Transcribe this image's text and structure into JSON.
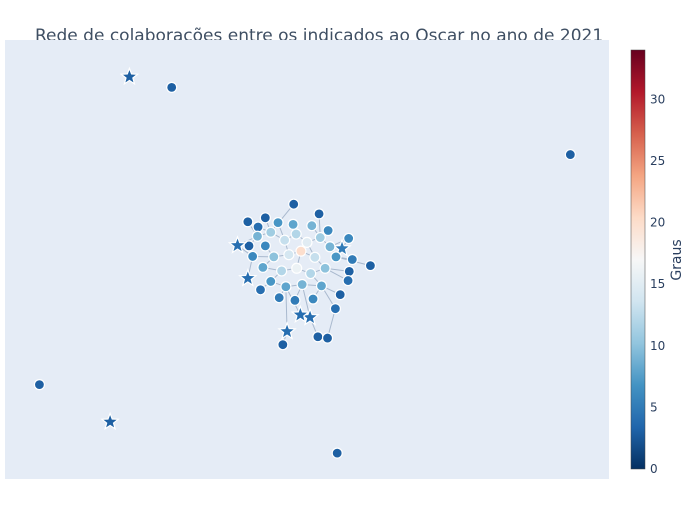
{
  "chart_data": {
    "type": "scatter",
    "title": "Rede de colaborações entre os indicados ao Oscar no ano de 2021",
    "xlabel": "",
    "ylabel": "",
    "xlim": [
      0,
      100
    ],
    "ylim": [
      0,
      100
    ],
    "grid": false,
    "axes_visible": false,
    "background_color": "#E5ECF6",
    "edge_color": "#A9B9CE",
    "marker_outline_color": "#FFFFFF",
    "marker_shapes": [
      "circle",
      "star"
    ],
    "colorbar": {
      "title": "Graus",
      "colorscale": "RdBu_reversed",
      "range": [
        0,
        34
      ],
      "ticks": [
        0,
        5,
        10,
        15,
        20,
        25,
        30
      ],
      "tick_labels": [
        "0",
        "5",
        "10",
        "15",
        "20",
        "25",
        "30"
      ],
      "stops": [
        [
          0.0,
          "#053061"
        ],
        [
          0.1,
          "#2166AC"
        ],
        [
          0.2,
          "#4393C3"
        ],
        [
          0.3,
          "#92C5DE"
        ],
        [
          0.4,
          "#D1E5F0"
        ],
        [
          0.5,
          "#F7F7F7"
        ],
        [
          0.6,
          "#FDDBC7"
        ],
        [
          0.7,
          "#F4A582"
        ],
        [
          0.8,
          "#D6604D"
        ],
        [
          0.9,
          "#B2182B"
        ],
        [
          1.0,
          "#67001F"
        ]
      ]
    },
    "nodes": [
      {
        "x": 20.6,
        "y": 91.6,
        "degree": 3,
        "shape": "star"
      },
      {
        "x": 27.6,
        "y": 89.2,
        "degree": 3,
        "shape": "circle"
      },
      {
        "x": 93.6,
        "y": 73.9,
        "degree": 3,
        "shape": "circle"
      },
      {
        "x": 5.7,
        "y": 21.5,
        "degree": 3,
        "shape": "circle"
      },
      {
        "x": 17.4,
        "y": 13.0,
        "degree": 3,
        "shape": "star"
      },
      {
        "x": 55.0,
        "y": 5.9,
        "degree": 3,
        "shape": "circle"
      },
      {
        "x": 47.8,
        "y": 62.6,
        "degree": 3,
        "shape": "circle"
      },
      {
        "x": 52.0,
        "y": 60.4,
        "degree": 3,
        "shape": "circle"
      },
      {
        "x": 40.2,
        "y": 58.6,
        "degree": 3,
        "shape": "circle"
      },
      {
        "x": 43.1,
        "y": 59.5,
        "degree": 3,
        "shape": "circle"
      },
      {
        "x": 38.5,
        "y": 53.2,
        "degree": 4,
        "shape": "star"
      },
      {
        "x": 40.4,
        "y": 53.1,
        "degree": 3,
        "shape": "circle"
      },
      {
        "x": 55.8,
        "y": 52.5,
        "degree": 5,
        "shape": "star"
      },
      {
        "x": 60.5,
        "y": 48.6,
        "degree": 3,
        "shape": "circle"
      },
      {
        "x": 40.2,
        "y": 45.7,
        "degree": 4,
        "shape": "star"
      },
      {
        "x": 57.0,
        "y": 47.3,
        "degree": 3,
        "shape": "circle"
      },
      {
        "x": 56.8,
        "y": 45.2,
        "degree": 4,
        "shape": "circle"
      },
      {
        "x": 55.5,
        "y": 42.0,
        "degree": 3,
        "shape": "circle"
      },
      {
        "x": 54.7,
        "y": 38.8,
        "degree": 4,
        "shape": "circle"
      },
      {
        "x": 50.5,
        "y": 36.8,
        "degree": 4,
        "shape": "star"
      },
      {
        "x": 48.9,
        "y": 37.4,
        "degree": 4,
        "shape": "star"
      },
      {
        "x": 46.7,
        "y": 33.6,
        "degree": 4,
        "shape": "star"
      },
      {
        "x": 46.0,
        "y": 30.6,
        "degree": 3,
        "shape": "circle"
      },
      {
        "x": 51.8,
        "y": 32.4,
        "degree": 3,
        "shape": "circle"
      },
      {
        "x": 53.4,
        "y": 32.1,
        "degree": 3,
        "shape": "circle"
      },
      {
        "x": 41.8,
        "y": 55.3,
        "degree": 9,
        "shape": "circle"
      },
      {
        "x": 44.0,
        "y": 56.2,
        "degree": 11,
        "shape": "circle"
      },
      {
        "x": 46.3,
        "y": 54.4,
        "degree": 13,
        "shape": "circle"
      },
      {
        "x": 48.2,
        "y": 55.8,
        "degree": 12,
        "shape": "circle"
      },
      {
        "x": 50.0,
        "y": 53.9,
        "degree": 15,
        "shape": "circle"
      },
      {
        "x": 52.2,
        "y": 55.0,
        "degree": 11,
        "shape": "circle"
      },
      {
        "x": 53.8,
        "y": 52.9,
        "degree": 9,
        "shape": "circle"
      },
      {
        "x": 49.0,
        "y": 51.9,
        "degree": 20,
        "shape": "circle"
      },
      {
        "x": 47.0,
        "y": 51.1,
        "degree": 14,
        "shape": "circle"
      },
      {
        "x": 51.3,
        "y": 50.5,
        "degree": 13,
        "shape": "circle"
      },
      {
        "x": 44.5,
        "y": 50.6,
        "degree": 10,
        "shape": "circle"
      },
      {
        "x": 42.7,
        "y": 48.2,
        "degree": 8,
        "shape": "circle"
      },
      {
        "x": 45.8,
        "y": 47.4,
        "degree": 12,
        "shape": "circle"
      },
      {
        "x": 48.3,
        "y": 48.0,
        "degree": 16,
        "shape": "circle"
      },
      {
        "x": 50.6,
        "y": 46.8,
        "degree": 12,
        "shape": "circle"
      },
      {
        "x": 53.0,
        "y": 48.0,
        "degree": 10,
        "shape": "circle"
      },
      {
        "x": 52.4,
        "y": 44.0,
        "degree": 8,
        "shape": "circle"
      },
      {
        "x": 49.2,
        "y": 44.3,
        "degree": 9,
        "shape": "circle"
      },
      {
        "x": 46.5,
        "y": 43.8,
        "degree": 8,
        "shape": "circle"
      },
      {
        "x": 44.0,
        "y": 45.0,
        "degree": 7,
        "shape": "circle"
      },
      {
        "x": 41.0,
        "y": 50.7,
        "degree": 6,
        "shape": "circle"
      },
      {
        "x": 54.8,
        "y": 50.6,
        "degree": 7,
        "shape": "circle"
      },
      {
        "x": 47.7,
        "y": 58.0,
        "degree": 8,
        "shape": "circle"
      },
      {
        "x": 50.8,
        "y": 57.7,
        "degree": 9,
        "shape": "circle"
      },
      {
        "x": 45.2,
        "y": 58.4,
        "degree": 7,
        "shape": "circle"
      },
      {
        "x": 43.1,
        "y": 53.1,
        "degree": 6,
        "shape": "circle"
      },
      {
        "x": 56.9,
        "y": 54.8,
        "degree": 6,
        "shape": "circle"
      },
      {
        "x": 57.5,
        "y": 50.0,
        "degree": 5,
        "shape": "circle"
      },
      {
        "x": 45.4,
        "y": 41.3,
        "degree": 5,
        "shape": "circle"
      },
      {
        "x": 51.0,
        "y": 41.0,
        "degree": 6,
        "shape": "circle"
      },
      {
        "x": 48.0,
        "y": 40.7,
        "degree": 5,
        "shape": "circle"
      },
      {
        "x": 42.3,
        "y": 43.1,
        "degree": 4,
        "shape": "circle"
      },
      {
        "x": 53.5,
        "y": 56.6,
        "degree": 6,
        "shape": "circle"
      },
      {
        "x": 41.9,
        "y": 57.4,
        "degree": 4,
        "shape": "circle"
      }
    ],
    "edges": [
      [
        6,
        26
      ],
      [
        7,
        30
      ],
      [
        8,
        25
      ],
      [
        9,
        26
      ],
      [
        10,
        25
      ],
      [
        11,
        25
      ],
      [
        12,
        31
      ],
      [
        13,
        46
      ],
      [
        14,
        45
      ],
      [
        15,
        40
      ],
      [
        16,
        40
      ],
      [
        17,
        41
      ],
      [
        18,
        41
      ],
      [
        19,
        42
      ],
      [
        20,
        43
      ],
      [
        21,
        43
      ],
      [
        22,
        21
      ],
      [
        23,
        19
      ],
      [
        24,
        18
      ],
      [
        25,
        26
      ],
      [
        26,
        27
      ],
      [
        27,
        28
      ],
      [
        28,
        29
      ],
      [
        29,
        30
      ],
      [
        30,
        31
      ],
      [
        29,
        32
      ],
      [
        32,
        33
      ],
      [
        32,
        34
      ],
      [
        33,
        35
      ],
      [
        35,
        36
      ],
      [
        36,
        37
      ],
      [
        37,
        38
      ],
      [
        38,
        39
      ],
      [
        39,
        40
      ],
      [
        39,
        41
      ],
      [
        41,
        42
      ],
      [
        42,
        43
      ],
      [
        43,
        44
      ],
      [
        44,
        37
      ],
      [
        32,
        38
      ],
      [
        34,
        40
      ],
      [
        31,
        46
      ],
      [
        46,
        52
      ],
      [
        51,
        31
      ],
      [
        47,
        28
      ],
      [
        48,
        30
      ],
      [
        49,
        27
      ],
      [
        50,
        35
      ],
      [
        53,
        43
      ],
      [
        54,
        41
      ],
      [
        55,
        42
      ],
      [
        56,
        44
      ],
      [
        57,
        30
      ],
      [
        58,
        26
      ],
      [
        45,
        35
      ],
      [
        33,
        27
      ],
      [
        34,
        29
      ],
      [
        12,
        51
      ],
      [
        10,
        45
      ]
    ]
  }
}
